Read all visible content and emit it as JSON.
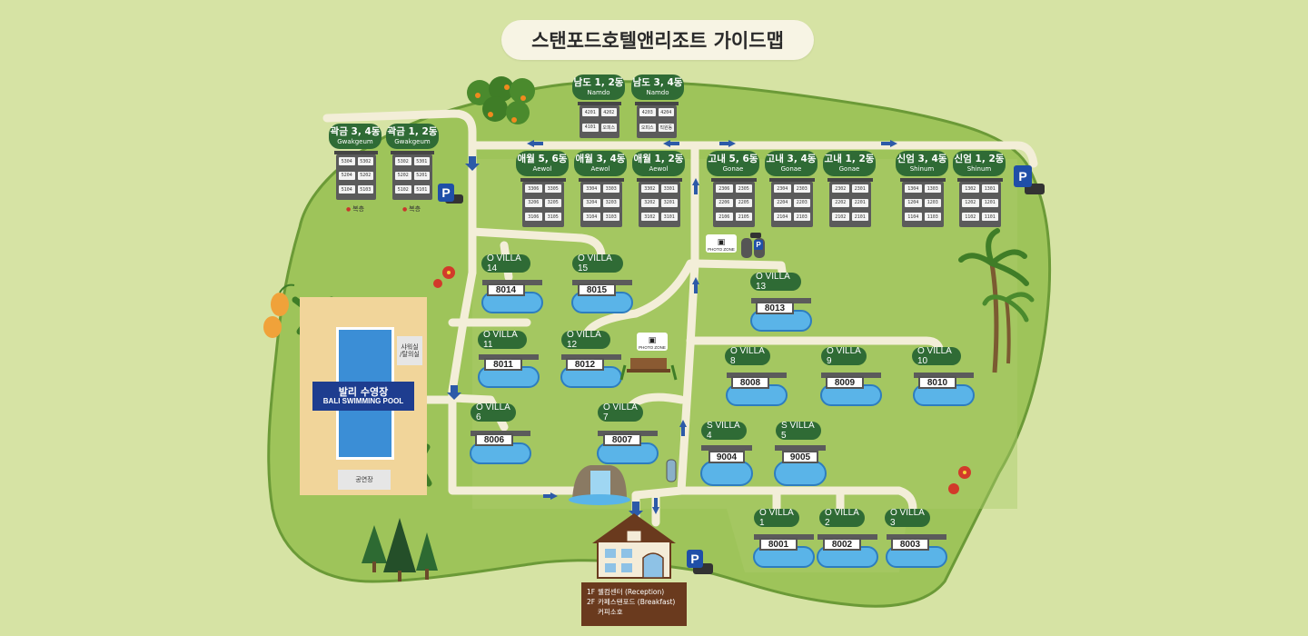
{
  "map_title": "스탠포드호텔앤리조트 가이드맵",
  "colors": {
    "background": "#d6e3a4",
    "grass": "#9ec45a",
    "road": "#f3eed8",
    "label_green": "#2f6b35",
    "pool_blue": "#3b8ed6",
    "pool_sign": "#1e3d8f",
    "parking_blue": "#1f4fa8",
    "reception_brown": "#6a3a1e"
  },
  "buildings": {
    "gwakgeum_34": {
      "name": "곽금 3, 4동",
      "en": "Gwakgeum",
      "units": [
        "5304",
        "5302",
        "5204",
        "5202",
        "5104",
        "5103"
      ],
      "note": "복층"
    },
    "gwakgeum_12": {
      "name": "곽금 1, 2동",
      "en": "Gwakgeum",
      "units": [
        "5302",
        "5301",
        "5202",
        "5201",
        "5102",
        "5101"
      ],
      "note": "복층"
    },
    "namdo_12": {
      "name": "남도 1, 2동",
      "en": "Namdo",
      "units": [
        "4201",
        "4202",
        "4101",
        "오피스"
      ]
    },
    "namdo_34": {
      "name": "남도 3, 4동",
      "en": "Namdo",
      "units": [
        "4203",
        "4204",
        "오피스",
        "직원동"
      ]
    },
    "aewol_56": {
      "name": "애월 5, 6동",
      "en": "Aewol",
      "units": [
        "3306",
        "3305",
        "3206",
        "3205",
        "3106",
        "3105"
      ]
    },
    "aewol_34": {
      "name": "애월 3, 4동",
      "en": "Aewol",
      "units": [
        "3304",
        "3303",
        "3204",
        "3203",
        "3104",
        "3103"
      ]
    },
    "aewol_12": {
      "name": "애월 1, 2동",
      "en": "Aewol",
      "units": [
        "3302",
        "3301",
        "3202",
        "3201",
        "3102",
        "3101"
      ]
    },
    "gonae_56": {
      "name": "고내 5, 6동",
      "en": "Gonae",
      "units": [
        "2306",
        "2305",
        "2206",
        "2205",
        "2106",
        "2105"
      ]
    },
    "gonae_34": {
      "name": "고내 3, 4동",
      "en": "Gonae",
      "units": [
        "2304",
        "2303",
        "2204",
        "2203",
        "2104",
        "2103"
      ]
    },
    "gonae_12": {
      "name": "고내 1, 2동",
      "en": "Gonae",
      "units": [
        "2302",
        "2301",
        "2202",
        "2201",
        "2102",
        "2101"
      ]
    },
    "shinum_34": {
      "name": "신엄 3, 4동",
      "en": "Shinum",
      "units": [
        "1304",
        "1303",
        "1204",
        "1203",
        "1104",
        "1103"
      ]
    },
    "shinum_12": {
      "name": "신엄 1, 2동",
      "en": "Shinum",
      "units": [
        "1302",
        "1301",
        "1202",
        "1201",
        "1102",
        "1101"
      ]
    }
  },
  "villas": {
    "o14": {
      "label": "O VILLA 14",
      "number": "8014"
    },
    "o15": {
      "label": "O VILLA 15",
      "number": "8015"
    },
    "o13": {
      "label": "O VILLA 13",
      "number": "8013"
    },
    "o11": {
      "label": "O VILLA 11",
      "number": "8011"
    },
    "o12": {
      "label": "O VILLA 12",
      "number": "8012"
    },
    "o8": {
      "label": "O VILLA 8",
      "number": "8008"
    },
    "o9": {
      "label": "O VILLA 9",
      "number": "8009"
    },
    "o10": {
      "label": "O VILLA 10",
      "number": "8010"
    },
    "o6": {
      "label": "O VILLA 6",
      "number": "8006"
    },
    "o7": {
      "label": "O VILLA 7",
      "number": "8007"
    },
    "s4": {
      "label": "S VILLA 4",
      "number": "9004"
    },
    "s5": {
      "label": "S VILLA 5",
      "number": "9005"
    },
    "o1": {
      "label": "O VILLA 1",
      "number": "8001"
    },
    "o2": {
      "label": "O VILLA 2",
      "number": "8002"
    },
    "o3": {
      "label": "O VILLA 3",
      "number": "8003"
    }
  },
  "pool": {
    "name_ko": "발리 수영장",
    "name_en": "BALI SWIMMING POOL",
    "shower_room": "샤워실\n/탈의실",
    "equipment_room": "공연장"
  },
  "reception": {
    "floor1": "1F",
    "floor1_text": "웰컴센터 (Reception)",
    "floor2": "2F",
    "floor2_text": "카페스탠포드 (Breakfast)",
    "floor2_text_b": "커피소호"
  },
  "photo_zone_label": "PHOTO ZONE",
  "parking_label": "P"
}
